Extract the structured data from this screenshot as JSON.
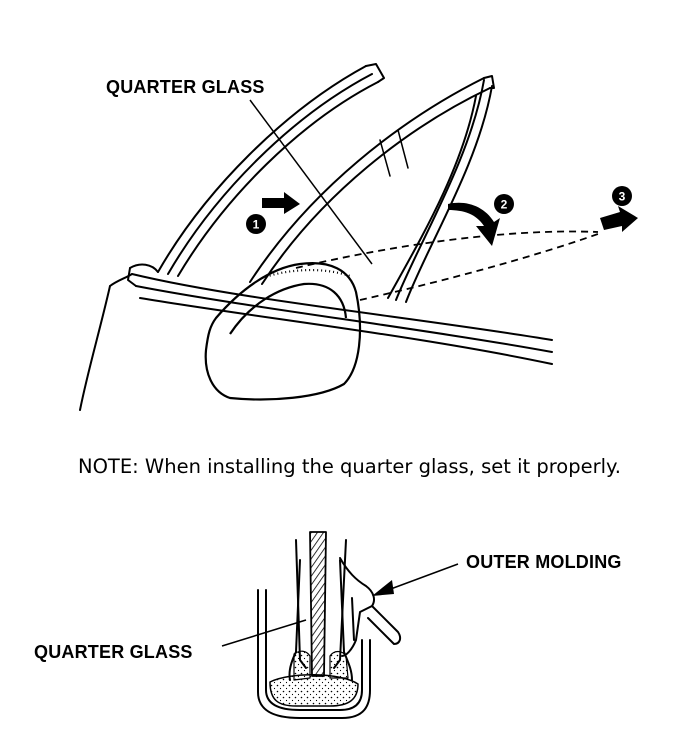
{
  "labels": {
    "quarter_glass_top": "QUARTER GLASS",
    "quarter_glass_bottom": "QUARTER GLASS",
    "outer_molding": "OUTER MOLDING"
  },
  "note": "NOTE: When installing the quarter glass, set it properly.",
  "steps": [
    "1",
    "2",
    "3"
  ]
}
